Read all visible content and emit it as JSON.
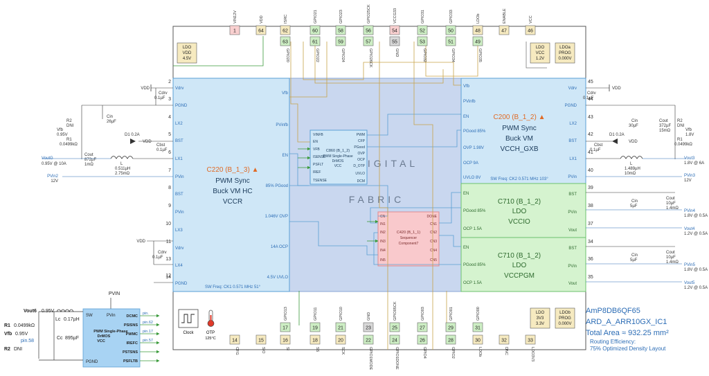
{
  "top_pins": [
    {
      "num": "1",
      "name": "VIN12V",
      "color": "#f9d0d0"
    },
    {
      "num": "64",
      "name": "VDD",
      "color": "#f6eac0"
    },
    {
      "num": "62",
      "name": "ISRC",
      "color": "#f6eac0"
    },
    {
      "num": "60",
      "name": "GPIO21",
      "color": "#cdeec4"
    },
    {
      "num": "58",
      "name": "GPIO23",
      "color": "#cdeec4"
    },
    {
      "num": "56",
      "name": "GPIO25CK",
      "color": "#cdeec4"
    },
    {
      "num": "54",
      "name": "VCCG33",
      "color": "#f9d0d0"
    },
    {
      "num": "52",
      "name": "GPIO31",
      "color": "#cdeec4"
    },
    {
      "num": "50",
      "name": "GPIO33",
      "color": "#cdeec4"
    },
    {
      "num": "48",
      "name": "LDOb",
      "color": "#f6eac0"
    },
    {
      "num": "47",
      "name": "ENABLE",
      "color": "#f6eac0"
    },
    {
      "num": "46",
      "name": "VCC",
      "color": "#f6eac0"
    }
  ],
  "top_inner_pins": [
    {
      "num": "63",
      "name": "GPIO20",
      "color": "#cdeec4"
    },
    {
      "num": "61",
      "name": "GPIO22",
      "color": "#cdeec4"
    },
    {
      "num": "59",
      "name": "GPIO24",
      "color": "#cdeec4"
    },
    {
      "num": "57",
      "name": "GPIO26CK",
      "color": "#cdeec4"
    },
    {
      "num": "55",
      "name": "GND",
      "color": "#d8d8d8"
    },
    {
      "num": "53",
      "name": "GPIO32",
      "color": "#cdeec4"
    },
    {
      "num": "51",
      "name": "GPIO34",
      "color": "#cdeec4"
    },
    {
      "num": "49",
      "name": "GPIO35",
      "color": "#cdeec4"
    }
  ],
  "bottom_pins": [
    {
      "num": "14",
      "name": "CFG",
      "color": "#f6eac0"
    },
    {
      "num": "15",
      "name": "SIO",
      "color": "#f6eac0"
    },
    {
      "num": "16",
      "name": "SI",
      "color": "#f6eac0"
    },
    {
      "num": "18",
      "name": "SS",
      "color": "#f6eac0"
    },
    {
      "num": "20",
      "name": "SCK",
      "color": "#f6eac0"
    },
    {
      "num": "22",
      "name": "GPIO1MODE",
      "color": "#cdeec4"
    },
    {
      "num": "24",
      "name": "GPIO1DONE",
      "color": "#cdeec4"
    },
    {
      "num": "26",
      "name": "GPIO4",
      "color": "#cdeec4"
    },
    {
      "num": "28",
      "name": "GPIO2",
      "color": "#cdeec4"
    },
    {
      "num": "30",
      "name": "LDOb",
      "color": "#f6eac0"
    },
    {
      "num": "32",
      "name": "DNC",
      "color": "#f6eac0"
    },
    {
      "num": "33",
      "name": "LDO3V3",
      "color": "#f6eac0"
    }
  ],
  "bottom_inner_pins": [
    {
      "num": "17",
      "name": "GPIO13",
      "color": "#cdeec4"
    },
    {
      "num": "19",
      "name": "GPIO11",
      "color": "#cdeec4"
    },
    {
      "num": "21",
      "name": "GPIO10",
      "color": "#cdeec4"
    },
    {
      "num": "23",
      "name": "GND",
      "color": "#d8d8d8"
    },
    {
      "num": "25",
      "name": "GPIO05CK",
      "color": "#cdeec4"
    },
    {
      "num": "27",
      "name": "GPIO03",
      "color": "#cdeec4"
    },
    {
      "num": "29",
      "name": "GPIO01",
      "color": "#cdeec4"
    },
    {
      "num": "31",
      "name": "GPIO00",
      "color": "#cdeec4"
    }
  ],
  "left_pin_numbers": [
    "2",
    "3",
    "4",
    "5",
    "6",
    "7",
    "8",
    "9",
    "10",
    "11",
    "13",
    "14",
    "12"
  ],
  "right_pin_numbers": [
    "45",
    "44",
    "43",
    "42",
    "41",
    "40",
    "39",
    "38",
    "37",
    "34",
    "36",
    "35"
  ],
  "ldo_boxes": {
    "vdd": [
      "LDO",
      "VDD",
      "4.5V"
    ],
    "vcc": [
      "LDO",
      "VCC",
      "1.2V"
    ],
    "prog_a": [
      "LDOa",
      "PROG",
      "0.000V"
    ],
    "v33": [
      "LDO",
      "3V3",
      "3.3V"
    ],
    "prog_b": [
      "LDOb",
      "PROG",
      "0.000V"
    ]
  },
  "c220": {
    "title": "C220 (B_1_3) ▲",
    "line1": "PWM Sync",
    "line2": "Buck VM HC",
    "line3": "VCCR",
    "pins_left": [
      "Vdrv",
      "PGND",
      "LX2",
      "BST",
      "LX1",
      "PVin",
      "BST",
      "PVin",
      "LX3",
      "Vdrv",
      "LX4",
      "PGND"
    ],
    "pins_right": [
      "Vfb",
      "PVinfb",
      "EN",
      "85% PGood",
      "1.046V OVP",
      "14A OCP",
      "4.5V UVLO"
    ],
    "swfreq": "SW Freq: CK1 0.571 MHz 51°"
  },
  "c200": {
    "title": "C200 (B_1_2) ▲",
    "line1": "PWM Sync",
    "line2": "Buck VM",
    "line3": "VCCH_GXB",
    "pins_left": [
      "Vfb",
      "PVinfb",
      "EN",
      "PGood 85%",
      "OVP 1.98V",
      "OCP 9A",
      "UVLO 8V"
    ],
    "pins_right": [
      "Vdrv",
      "PGND",
      "LX2",
      "BST",
      "LX1",
      "PVin"
    ],
    "swfreq": "SW Freq: CK2 0.571 MHz 103°"
  },
  "c710a": {
    "title": "C710 (B_1_2)",
    "line1": "LDO",
    "line2": "VCCIO",
    "pins_left": [
      "EN",
      "PGood 85%",
      "OCP 1.5A"
    ],
    "pins_right": [
      "BST",
      "PVin",
      "Vout"
    ]
  },
  "c710b": {
    "title": "C710 (B_1_2)",
    "line1": "LDO",
    "line2": "VCCPGM",
    "pins_left": [
      "EN",
      "PGood 85%",
      "OCP 1.5A"
    ],
    "pins_right": [
      "BST",
      "PVin",
      "Vout"
    ]
  },
  "c860": {
    "title": "C860 (B_1_2)",
    "sub": "PWM Single-Phase",
    "sub2": "DrMOS",
    "sub3": "VCC",
    "pins_left": [
      "VINFB",
      "EN",
      "VFB",
      "ISENSE",
      "PSFLT",
      "IREF",
      "TSENSE"
    ],
    "pins_right": [
      "PWM",
      "CFP",
      "PGood",
      "OVP",
      "OCP",
      "D_OTP",
      "UVLO",
      "DCM"
    ]
  },
  "c420": {
    "title": "C420 (B_1_1)",
    "sub": "Sequencer",
    "sub2": "Component7",
    "pins_left": [
      "CN",
      "IN1",
      "IN2",
      "IN3",
      "IN4",
      "IN5"
    ],
    "pins_right": [
      "DONE",
      "CN1",
      "CN2",
      "CN3",
      "CN4",
      "CN5"
    ]
  },
  "fabric": {
    "word1": "DIGITAL",
    "word2": "FABRIC"
  },
  "clock": {
    "label": "Clock"
  },
  "otp": {
    "label": "OTP",
    "temp": "125°C"
  },
  "left_ext": {
    "vdd1": "VDD",
    "cdrv1": "Cdrv",
    "cdrv1_v": "0.1µF",
    "r2": "R2",
    "r2_v": "DNI",
    "vfb": "Vfb",
    "vfb_v": "0.95V",
    "r1": "R1",
    "r1_v": "0.0499kΩ",
    "cin": "Cin",
    "cin_v": "26µF",
    "d1": "D1 0.2A",
    "vdd2": "VDD",
    "cout": "Cout",
    "cout_v1": "872µF",
    "cout_v2": "1mΩ",
    "cbst": "Cbst",
    "cbst_v": "0.1µF",
    "l": "L",
    "l_v1": "0.511µH",
    "l_v2": "2.75mΩ",
    "vout": "VoutG",
    "vout_v": "0.95V @ 10A",
    "pvin": "PVin2",
    "pvin_v": "12V",
    "vdd3": "VDD",
    "cdrv2": "Cdrv",
    "cdrv2_v": "0.1µF"
  },
  "right_ext": {
    "vdd1": "VDD",
    "cdrv": "Cdrv",
    "cdrv_v": "0.1µF",
    "cin": "Cin",
    "cin_v": "30µF",
    "cout": "Cout",
    "cout_v1": "372µF",
    "cout_v2": "15mΩ",
    "r2": "R2",
    "r2_v": "DNI",
    "vfb": "Vfb",
    "vfb_v": "1.8V",
    "r1": "R1",
    "r1_v": "0.0499kΩ",
    "d1": "D1 0.2A",
    "vdd2": "VDD",
    "cbst": "Cbst",
    "cbst_v": "0.1µF",
    "l": "L",
    "l_v1": "1.489µH",
    "l_v2": "10mΩ",
    "vout3": "Vout3",
    "vout3_v": "1.8V @ 6A",
    "pvin3": "PVin3",
    "pvin3_v": "12V",
    "cin4": "Cin",
    "cin4_v": "5µF",
    "cout4": "Cout",
    "cout4_v1": "10µF",
    "cout4_v2": "1.4mΩ",
    "pvin4": "PVin4",
    "pvin4_v": "1.8V @ 0.5A",
    "vout4": "Vout4",
    "vout4_v": "1.2V @ 0.5A",
    "cin5": "Cin",
    "cin5_v": "5µF",
    "cout5": "Cout",
    "cout5_v1": "10µF",
    "cout5_v2": "1.4mΩ",
    "pvin5": "PVin5",
    "pvin5_v": "1.8V @ 0.5A",
    "vout5": "Vout5",
    "vout5_v": "1.2V @ 0.5A"
  },
  "mini": {
    "pvin": "PVIN",
    "vout": "Vout6",
    "vout_v": "0.95V",
    "lc": "Lc",
    "lc_v": "0.17µH",
    "r1": "R1",
    "r1_v": "0.0499kΩ",
    "vfb": "Vfb",
    "vfb_v": "0.95V",
    "pin58": "pin.58",
    "cc": "Cc",
    "cc_v": "895µF",
    "r2": "R2",
    "r2_v": "DNI",
    "sw": "SW",
    "pvin_pin": "PVin",
    "pgnd": "PGND",
    "t1": "PWM Single-Phase",
    "t2": "DrMOS",
    "t3": "VCC",
    "right_pins": [
      "DCMC",
      "PSISNS",
      "PWMC",
      "IREFC",
      "PSTSNS",
      "PSFLTB"
    ],
    "pin_labels": [
      "pin.",
      "pin.62",
      "pin.17",
      "pin.57",
      "",
      ""
    ]
  },
  "info": {
    "part": "AmP8DB6QF65",
    "design": "ARD_A_ARR10GX_IC1",
    "area": "Total Area ≈ 932.25 mm²",
    "routing": "Routing Efficiency:",
    "density": "75% Optimized Density Layout"
  },
  "colors": {
    "blue_fill": "#cfe7f7",
    "blue_stroke": "#5a9fd4",
    "green_fill": "#d5f3cf",
    "green_stroke": "#6cc26c",
    "fabric_fill": "#c9d7ef",
    "pink_fill": "#f9c9cc",
    "title_orange": "#e06a25",
    "link_blue": "#2b6cb5"
  }
}
